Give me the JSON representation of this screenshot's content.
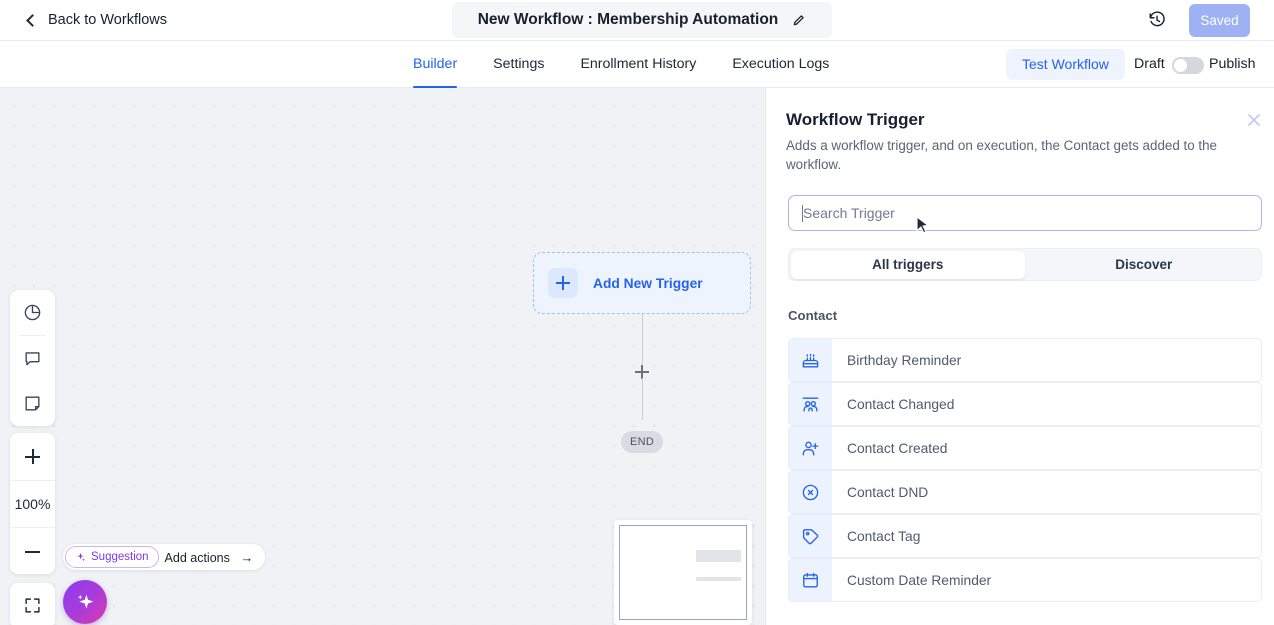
{
  "topbar": {
    "back_label": "Back to Workflows",
    "title": "New Workflow : Membership Automation",
    "edit_icon": "pencil-icon",
    "history_icon": "history-clock-icon",
    "saved_label": "Saved",
    "saved_color": "#9db1f3"
  },
  "tabbar": {
    "tabs": [
      {
        "label": "Builder",
        "active": true
      },
      {
        "label": "Settings",
        "active": false
      },
      {
        "label": "Enrollment History",
        "active": false
      },
      {
        "label": "Execution Logs",
        "active": false
      }
    ],
    "test_workflow_label": "Test Workflow",
    "draft_label": "Draft",
    "publish_label": "Publish",
    "toggle_state": "off",
    "accent_color": "#2563eb"
  },
  "canvas": {
    "trigger_node_label": "Add New Trigger",
    "trigger_node_icon": "plus-icon",
    "end_node_label": "END",
    "connector_plus_icon": "plus-icon",
    "tools": [
      {
        "name": "analytics-icon"
      },
      {
        "name": "comment-icon"
      },
      {
        "name": "note-icon"
      }
    ],
    "zoom_in_icon": "plus-icon",
    "zoom_level": "100%",
    "zoom_out_icon": "minus-icon",
    "fit_icon": "fit-screen-icon",
    "suggestion_label": "Suggestion",
    "suggestion_icon": "sparkle-icon",
    "add_actions_label": "Add actions",
    "add_actions_arrow": "arrow-right-icon",
    "ai_fab_icon": "sparkle-icon",
    "minimap_name": "minimap"
  },
  "panel": {
    "title": "Workflow Trigger",
    "description": "Adds a workflow trigger, and on execution, the Contact gets added to the workflow.",
    "close_icon": "close-icon",
    "search_placeholder": "Search Trigger",
    "search_value": "",
    "segments": [
      {
        "label": "All triggers",
        "active": true
      },
      {
        "label": "Discover",
        "active": false
      }
    ],
    "group_label": "Contact",
    "triggers": [
      {
        "label": "Birthday Reminder",
        "icon": "cake-icon"
      },
      {
        "label": "Contact Changed",
        "icon": "users-icon"
      },
      {
        "label": "Contact Created",
        "icon": "user-plus-icon"
      },
      {
        "label": "Contact DND",
        "icon": "circle-x-icon"
      },
      {
        "label": "Contact Tag",
        "icon": "tag-icon"
      },
      {
        "label": "Custom Date Reminder",
        "icon": "calendar-icon"
      }
    ]
  }
}
